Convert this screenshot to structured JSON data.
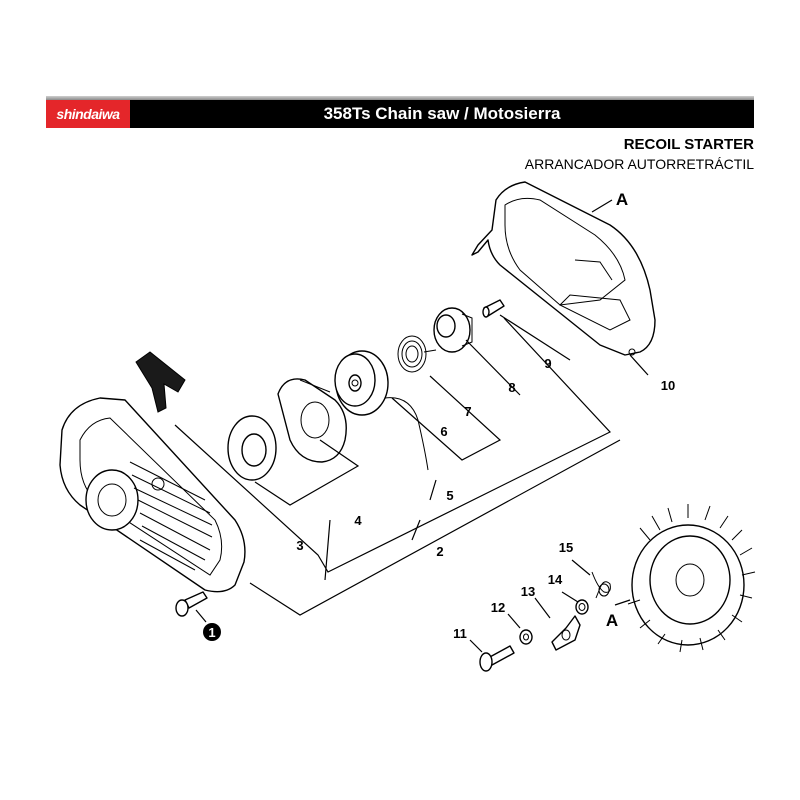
{
  "header": {
    "brand": "shindaiwa",
    "title": "358Ts Chain saw / Motosierra"
  },
  "section": {
    "title": "RECOIL STARTER",
    "subtitle": "ARRANCADOR AUTORRETRÁCTIL"
  },
  "callouts": {
    "c1": "1",
    "c2": "2",
    "c3": "3",
    "c4": "4",
    "c5": "5",
    "c6": "6",
    "c7": "7",
    "c8": "8",
    "c9": "9",
    "c10": "10",
    "c11": "11",
    "c12": "12",
    "c13": "13",
    "c14": "14",
    "c15": "15"
  },
  "references": {
    "upper": "A",
    "lower": "A"
  }
}
